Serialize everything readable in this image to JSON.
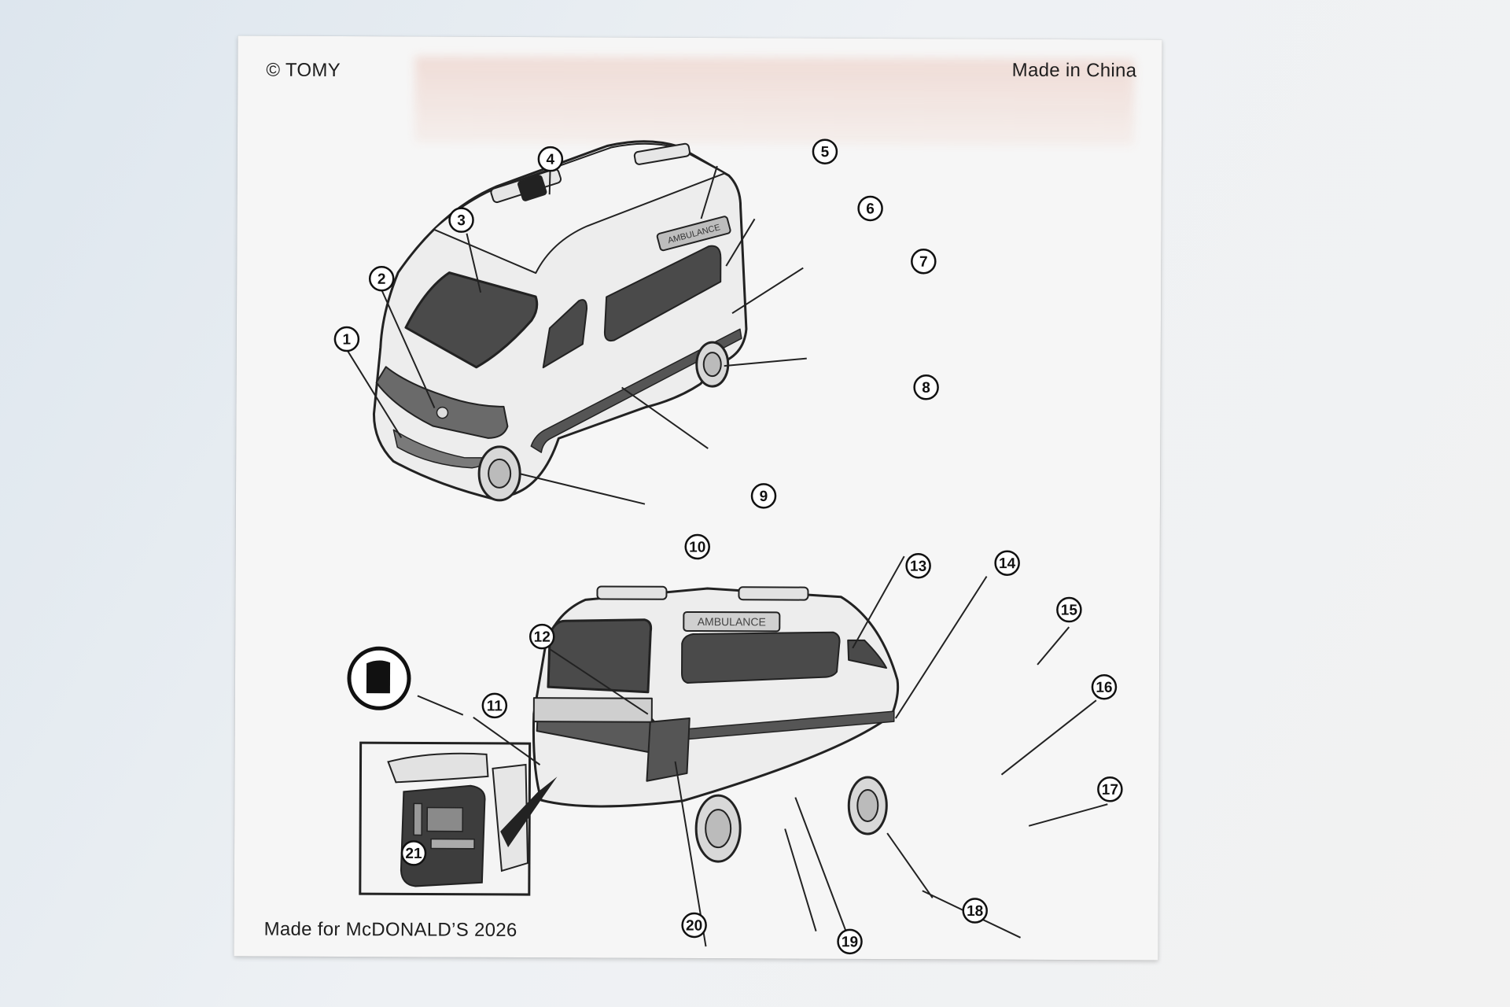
{
  "header": {
    "copyright": "© TOMY",
    "origin": "Made in China"
  },
  "footer": {
    "made_for": "Made for McDONALD’S 2026"
  },
  "van_signs": {
    "front_view": "AMBULANCE",
    "rear_view": "AMBULANCE"
  },
  "callouts": [
    "1",
    "2",
    "3",
    "4",
    "5",
    "6",
    "7",
    "8",
    "9",
    "10",
    "11",
    "12",
    "13",
    "14",
    "15",
    "16",
    "17",
    "18",
    "19",
    "20",
    "21"
  ],
  "sticker_icon": "door-sticker-icon"
}
